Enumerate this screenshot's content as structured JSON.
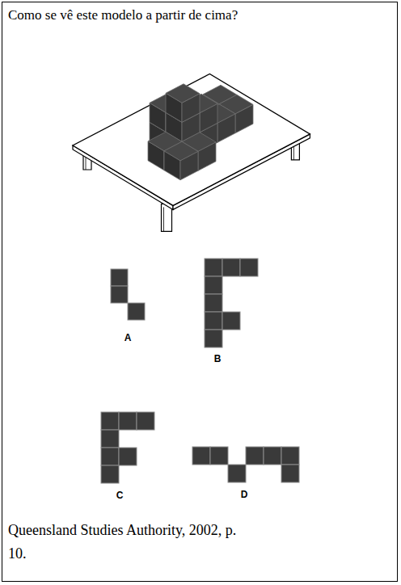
{
  "diagram": {
    "title": "Como se vê este modelo a partir de cima?",
    "caption": "Queensland Studies Authority, 2002, p. 10.",
    "labels": [
      "A",
      "B",
      "C",
      "D"
    ]
  }
}
